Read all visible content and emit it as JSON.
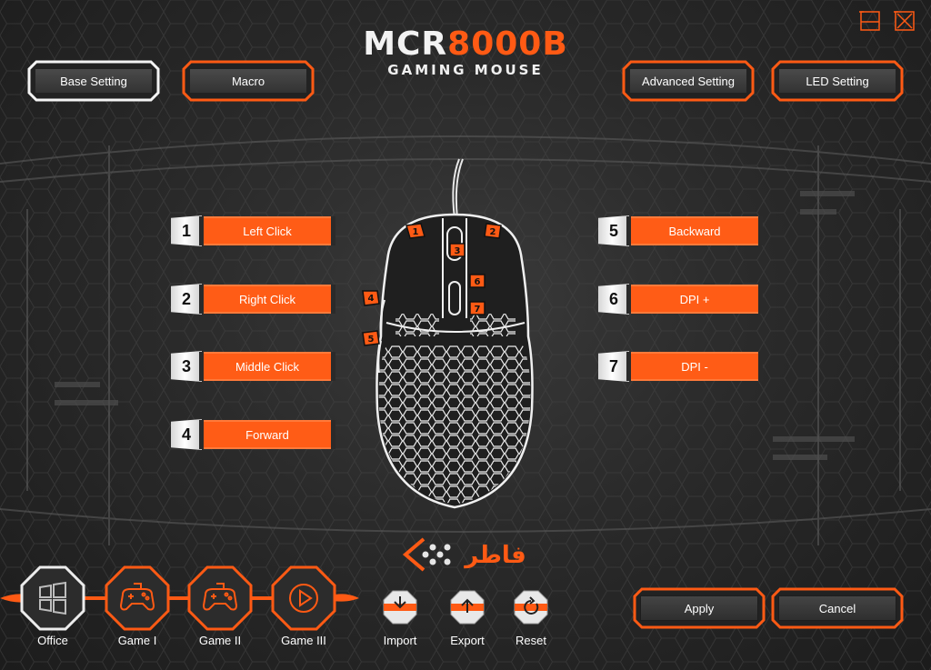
{
  "app": {
    "title_white": "MCR",
    "title_orange": "8000B",
    "subtitle": "GAMING MOUSE"
  },
  "colors": {
    "accent": "#ff5a14",
    "panel": "#3a3a3a",
    "text": "#ffffff"
  },
  "tabs": [
    {
      "label": "Base Setting",
      "active": true
    },
    {
      "label": "Macro",
      "active": false
    },
    {
      "label": "Advanced Setting",
      "active": false
    },
    {
      "label": "LED Setting",
      "active": false
    }
  ],
  "assignments": [
    {
      "num": "1",
      "label": "Left Click"
    },
    {
      "num": "2",
      "label": "Right Click"
    },
    {
      "num": "3",
      "label": "Middle Click"
    },
    {
      "num": "4",
      "label": "Forward"
    },
    {
      "num": "5",
      "label": "Backward"
    },
    {
      "num": "6",
      "label": "DPI +"
    },
    {
      "num": "7",
      "label": "DPI -"
    }
  ],
  "mouse_markers": [
    "1",
    "2",
    "3",
    "4",
    "5",
    "6",
    "7"
  ],
  "brand_logo": "فاطر",
  "profiles": [
    {
      "label": "Office",
      "icon": "windows-icon",
      "active": true
    },
    {
      "label": "Game I",
      "icon": "gamepad-icon",
      "active": false
    },
    {
      "label": "Game II",
      "icon": "gamepad-icon",
      "active": false
    },
    {
      "label": "Game III",
      "icon": "play-icon",
      "active": false
    }
  ],
  "actions": [
    {
      "label": "Import",
      "icon": "import-icon"
    },
    {
      "label": "Export",
      "icon": "export-icon"
    },
    {
      "label": "Reset",
      "icon": "reset-icon"
    }
  ],
  "buttons": {
    "apply": "Apply",
    "cancel": "Cancel"
  },
  "window_controls": {
    "minimize": "minimize-icon",
    "close": "close-icon"
  }
}
